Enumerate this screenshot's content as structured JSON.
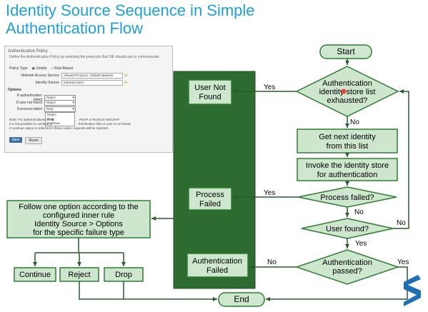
{
  "title": {
    "line1": "Identity Source Sequence in Simple",
    "line2": "Authentication Flow"
  },
  "flow": {
    "start": "Start",
    "end": "End",
    "exhausted": [
      "Authentication",
      "identity store list",
      "exhausted?"
    ],
    "get_next": [
      "Get next identity",
      "from this list"
    ],
    "invoke": [
      "Invoke the identity store",
      "for authentication"
    ],
    "process_failed_q": "Process failed?",
    "user_found_q": "User found?",
    "auth_passed_q": [
      "Authentication",
      "passed?"
    ],
    "user_not_found": [
      "User Not",
      "Found"
    ],
    "process_failed": [
      "Process",
      "Failed"
    ],
    "auth_failed": [
      "Authentication",
      "Failed"
    ],
    "follow": [
      "Follow one option according to the",
      "configured inner rule",
      "Identity Source > Options",
      "for the specific failure type"
    ],
    "continue": "Continue",
    "reject": "Reject",
    "drop": "Drop",
    "labels": {
      "yes": "Yes",
      "no": "No"
    }
  },
  "colors": {
    "title": "#1f9fd6",
    "terminal": "#cfe7cf",
    "box": "#cde6cd",
    "panel_dark": "#2e6b30",
    "outline": "#2e7d32",
    "arrow": "#2a5b2c"
  },
  "policy_panel": {
    "header": "Authentication Policy",
    "desc": "Define the Authentication Policy by selecting the protocols that ISE should use to communicate",
    "policy_type_label": "Policy Type",
    "policy_simple": "Simple",
    "policy_rule_based": "Rule-Based",
    "network_access_label": "Network Access Service",
    "network_access_value": "Allowed Protocol : Default Network",
    "identity_source_label": "Identity Source",
    "identity_source_value": "Internal Users",
    "options_label": "Options",
    "if_auth_failed_label": "If authentication failed",
    "if_auth_failed_value": "Reject",
    "if_user_not_found_label": "If user not found",
    "if_user_not_found_value": "Reject",
    "if_process_failed_label": "If process failed",
    "if_process_failed_value": "Drop",
    "dropdown_options": [
      "Reject",
      "Drop",
      "Continue"
    ],
    "note1": "Note: For authentications using",
    "note1b": "PEAP or RADIUS MSCHAP",
    "note2": "it is not possible to continue p",
    "note2b": "thentication fails or user is not found.",
    "note3": "If continue option is selected in these cases, requests will be rejected.",
    "save": "Save",
    "reset": "Reset"
  }
}
